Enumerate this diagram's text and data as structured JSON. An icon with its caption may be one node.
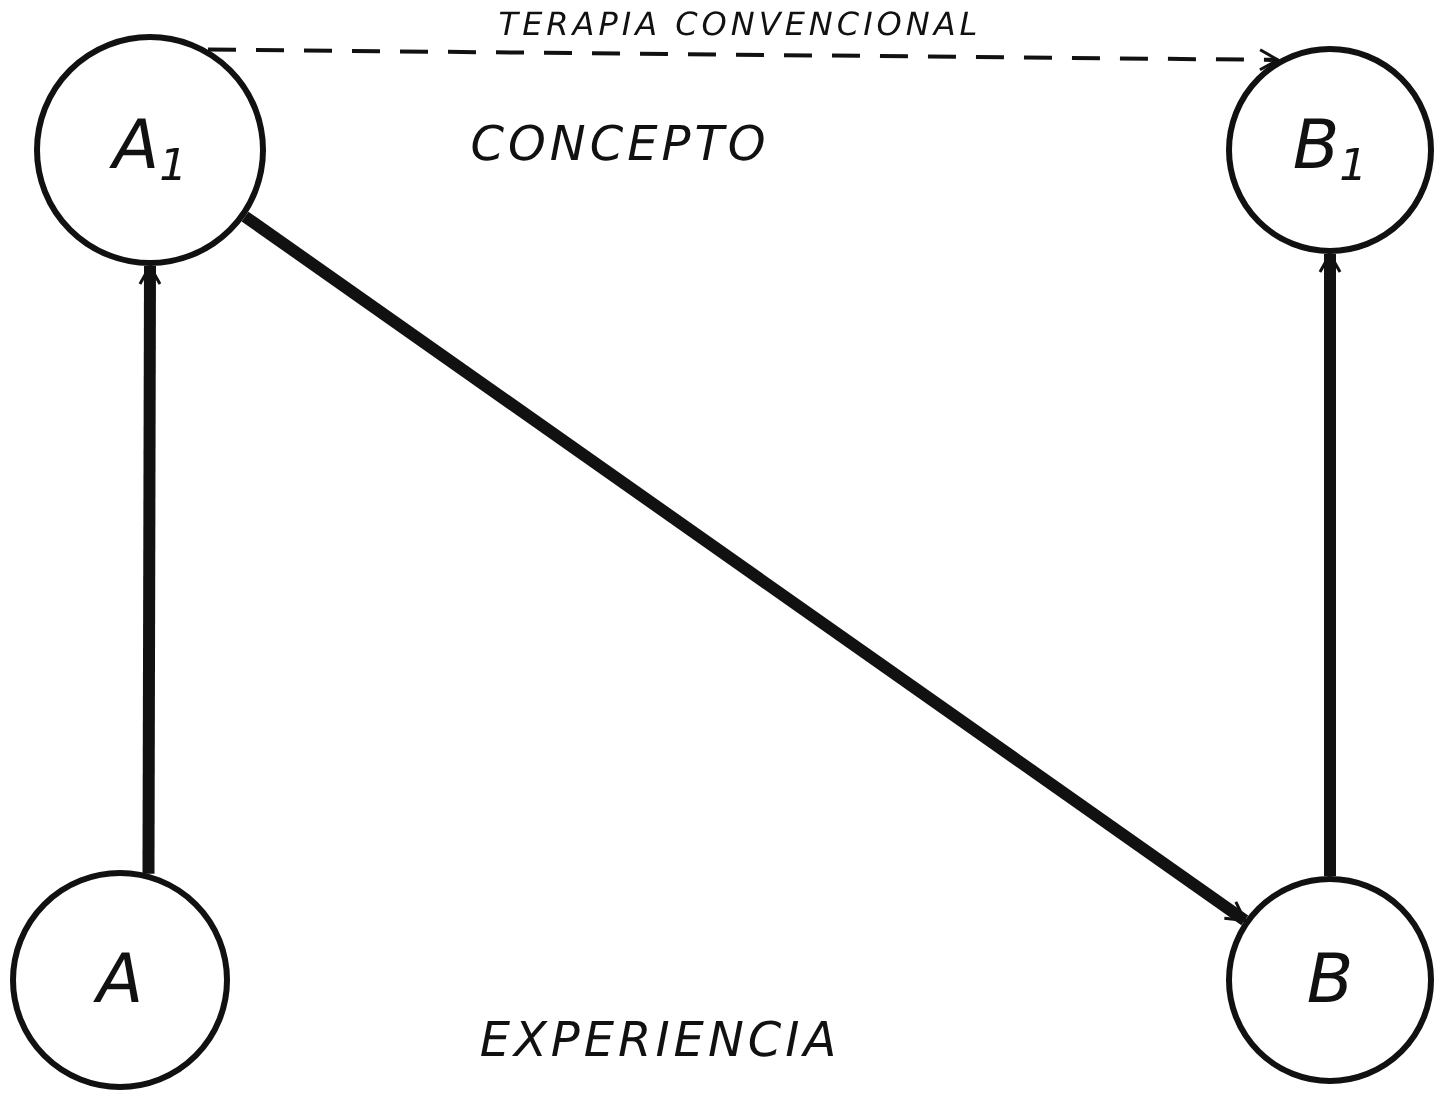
{
  "diagram": {
    "nodes": [
      {
        "text": [
          "A$_{1}$"
        ]
      },
      {
        "text": [
          "B$_{1}$"
        ]
      },
      {
        "text": [
          "A"
        ]
      },
      {
        "text": [
          "B"
        ]
      }
    ],
    "edges": [
      {
        "from": 0,
        "to": 1,
        "arrow": "to",
        "style": "dashed",
        "label": "TERAPIA CONVENCIONAL"
      },
      {
        "from": 2,
        "to": 0,
        "arrow": "to"
      },
      {
        "from": 0,
        "to": 3,
        "arrow": "to"
      },
      {
        "from": 3,
        "to": 1,
        "arrow": "to"
      }
    ],
    "labels": [
      "CONCEPTO",
      "EXPERIENCIA"
    ]
  }
}
